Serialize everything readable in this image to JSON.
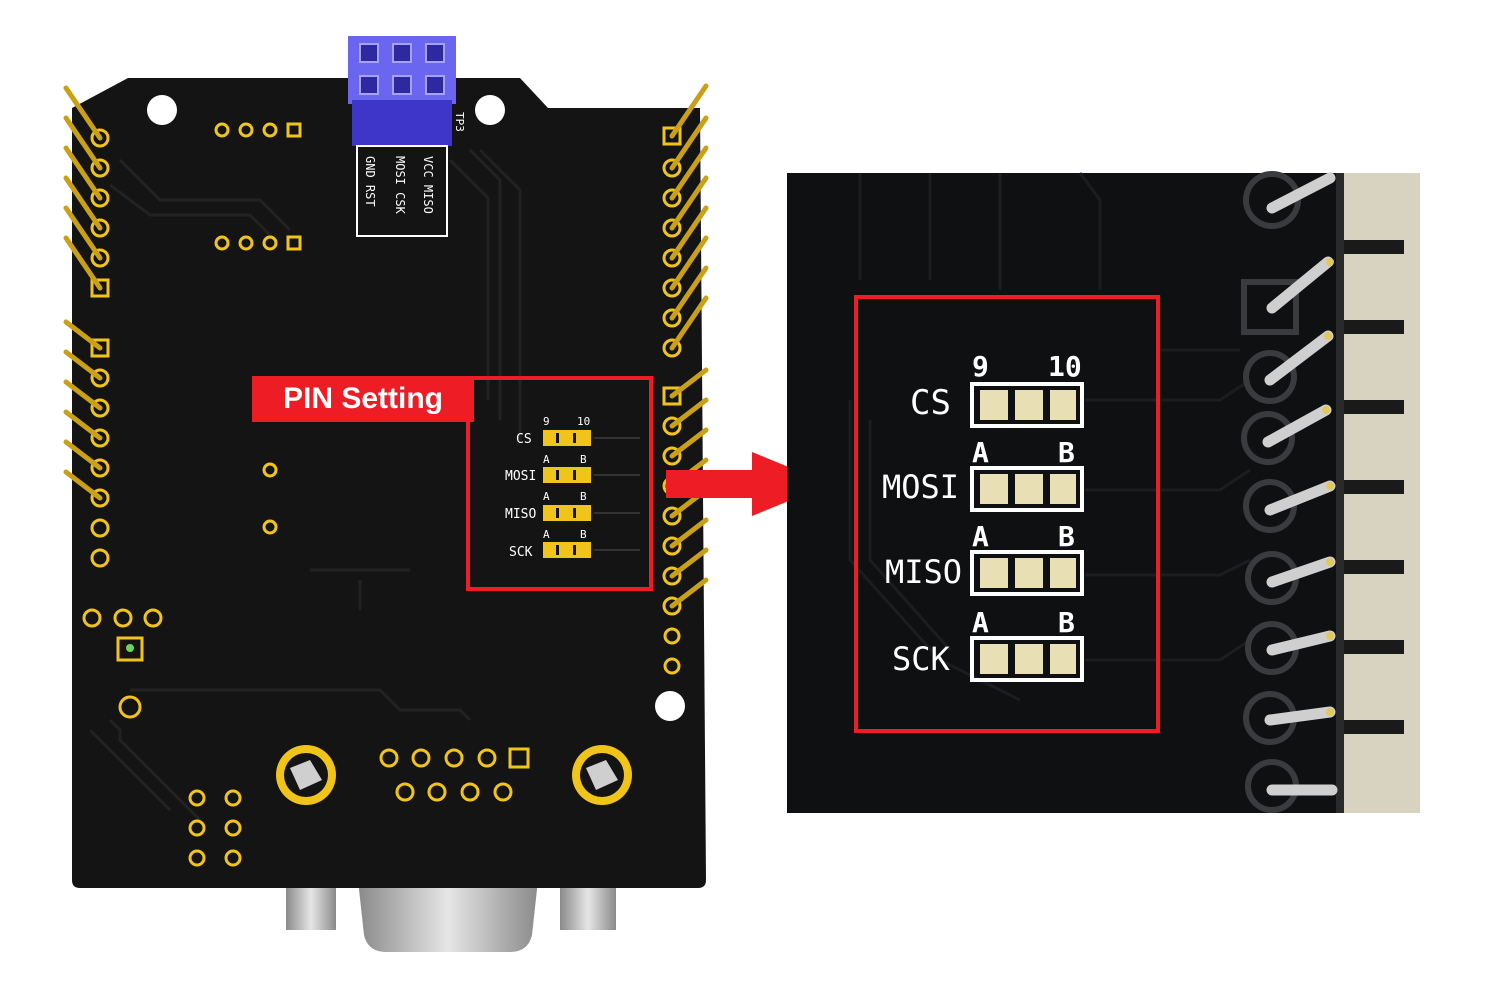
{
  "callout": {
    "label": "PIN Setting"
  },
  "header": {
    "tp3": "TP3",
    "pins_row1": "VCC MISO",
    "pins_row2": "MOSI CSK",
    "pins_row3": "GND RST"
  },
  "jumpers": {
    "cs": {
      "label": "CS",
      "left": "9",
      "right": "10"
    },
    "mosi": {
      "label": "MOSI",
      "left": "A",
      "right": "B"
    },
    "miso": {
      "label": "MISO",
      "left": "A",
      "right": "B"
    },
    "sck": {
      "label": "SCK",
      "left": "A",
      "right": "B"
    }
  },
  "colors": {
    "board": "#141414",
    "gold": "#f0c419",
    "silk": "#ffffff",
    "highlight": "#ee1c25",
    "header": "#6b66f0"
  }
}
